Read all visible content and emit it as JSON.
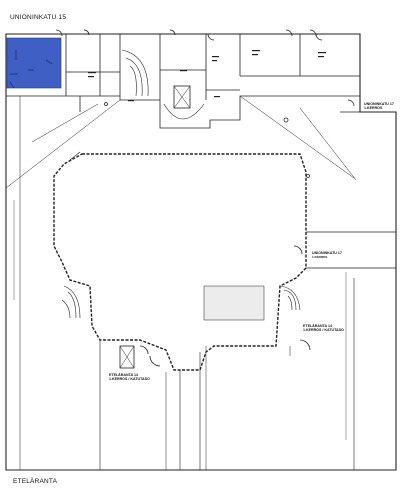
{
  "streets": {
    "top_left": "UNIONINKATU  15",
    "bottom_left": "ETELÄRANTA"
  },
  "entrances": {
    "right_upper": {
      "line1": "UNIONINKATU 17",
      "line2": "1.KERROS"
    },
    "right_middle": {
      "line1": "UNIONINKATU 17",
      "line2": "1.KERROS"
    },
    "bottom_left": {
      "line1": "ETELÄRANTA 14",
      "line2": "1.KERROS  /  KATUTASO"
    },
    "bottom_right": {
      "line1": "ETELÄRANTA 14",
      "line2": "1.KERROS  /  KATUTASO"
    }
  },
  "colors": {
    "highlight_room": "#3f5fc4",
    "linework": "#222222",
    "hatch_block": "#e6e6e6"
  }
}
